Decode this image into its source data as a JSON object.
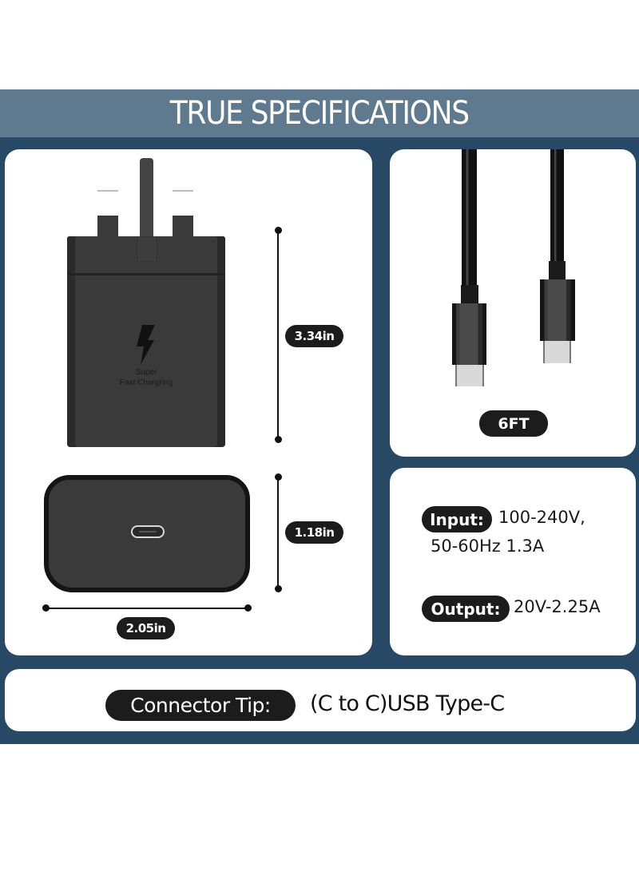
{
  "header": {
    "title": "TRUE SPECIFICATIONS"
  },
  "colors": {
    "header_band": "#5f7a8f",
    "panel_background": "#284966",
    "card_background": "#ffffff",
    "pill_background": "#1c1c1c",
    "pill_text": "#ffffff"
  },
  "charger_card": {
    "printed_text_line1": "Super",
    "printed_text_line2": "Fast Chargring",
    "icon": "lightning-bolt-icon",
    "dimensions": {
      "height": "3.34in",
      "depth": "1.18in",
      "width": "2.05in"
    },
    "port_icon": "usb-c-port-icon"
  },
  "cable_card": {
    "length": "6FT",
    "connectors": [
      "usb-c",
      "usb-c"
    ]
  },
  "power_card": {
    "input_label": "Input:",
    "input_value_line1": "100-240V,",
    "input_value_line2": "50-60Hz 1.3A",
    "output_label": "Output:",
    "output_value": "20V-2.25A"
  },
  "connector_card": {
    "label": "Connector Tip:",
    "value": "(C to C)USB Type-C"
  }
}
